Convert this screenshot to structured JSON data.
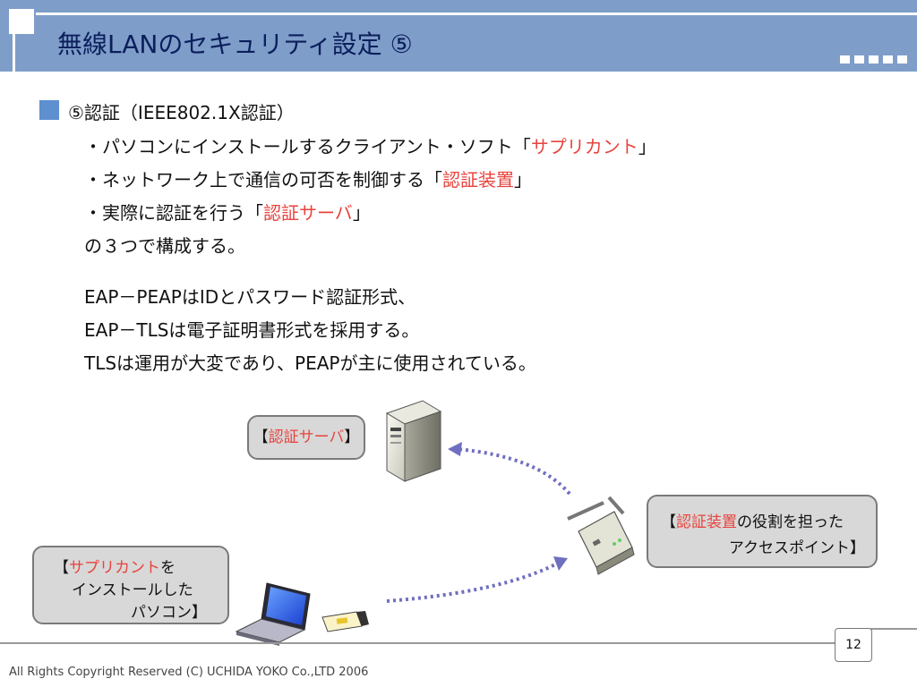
{
  "header": {
    "title": "無線LANのセキュリティ設定 ⑤"
  },
  "section": {
    "heading": "⑤認証（IEEE802.1X認証）"
  },
  "bullets": [
    {
      "prefix": "・パソコンにインストールするクライアント・ソフト「",
      "highlight": "サプリカント",
      "suffix": "」"
    },
    {
      "prefix": "・ネットワーク上で通信の可否を制御する「",
      "highlight": "認証装置",
      "suffix": "」"
    },
    {
      "prefix": "・実際に認証を行う「",
      "highlight": "認証サーバ",
      "suffix": "」"
    }
  ],
  "summary_line": "の３つで構成する。",
  "paragraph": [
    "EAP－PEAPはIDとパスワード認証形式、",
    "EAP－TLSは電子証明書形式を採用する。",
    "TLSは運用が大変であり、PEAPが主に使用されている。"
  ],
  "callouts": {
    "server": {
      "open": "【",
      "highlight": "認証サーバ",
      "close": "】"
    },
    "ap": {
      "open": "【",
      "highlight": "認証装置",
      "rest": "の役割を担った",
      "line2": "アクセスポイント】"
    },
    "pc": {
      "open": "【",
      "highlight": "サプリカント",
      "rest": "を",
      "line2": "インストールした",
      "line3": "パソコン】"
    }
  },
  "page_number": "12",
  "footer": "All Rights Copyright Reserved (C) UCHIDA YOKO Co.,LTD 2006",
  "colors": {
    "header": "#7f9dc9",
    "title": "#0b1f5c",
    "highlight": "#e8433d",
    "arrow": "#6f6fc0"
  }
}
